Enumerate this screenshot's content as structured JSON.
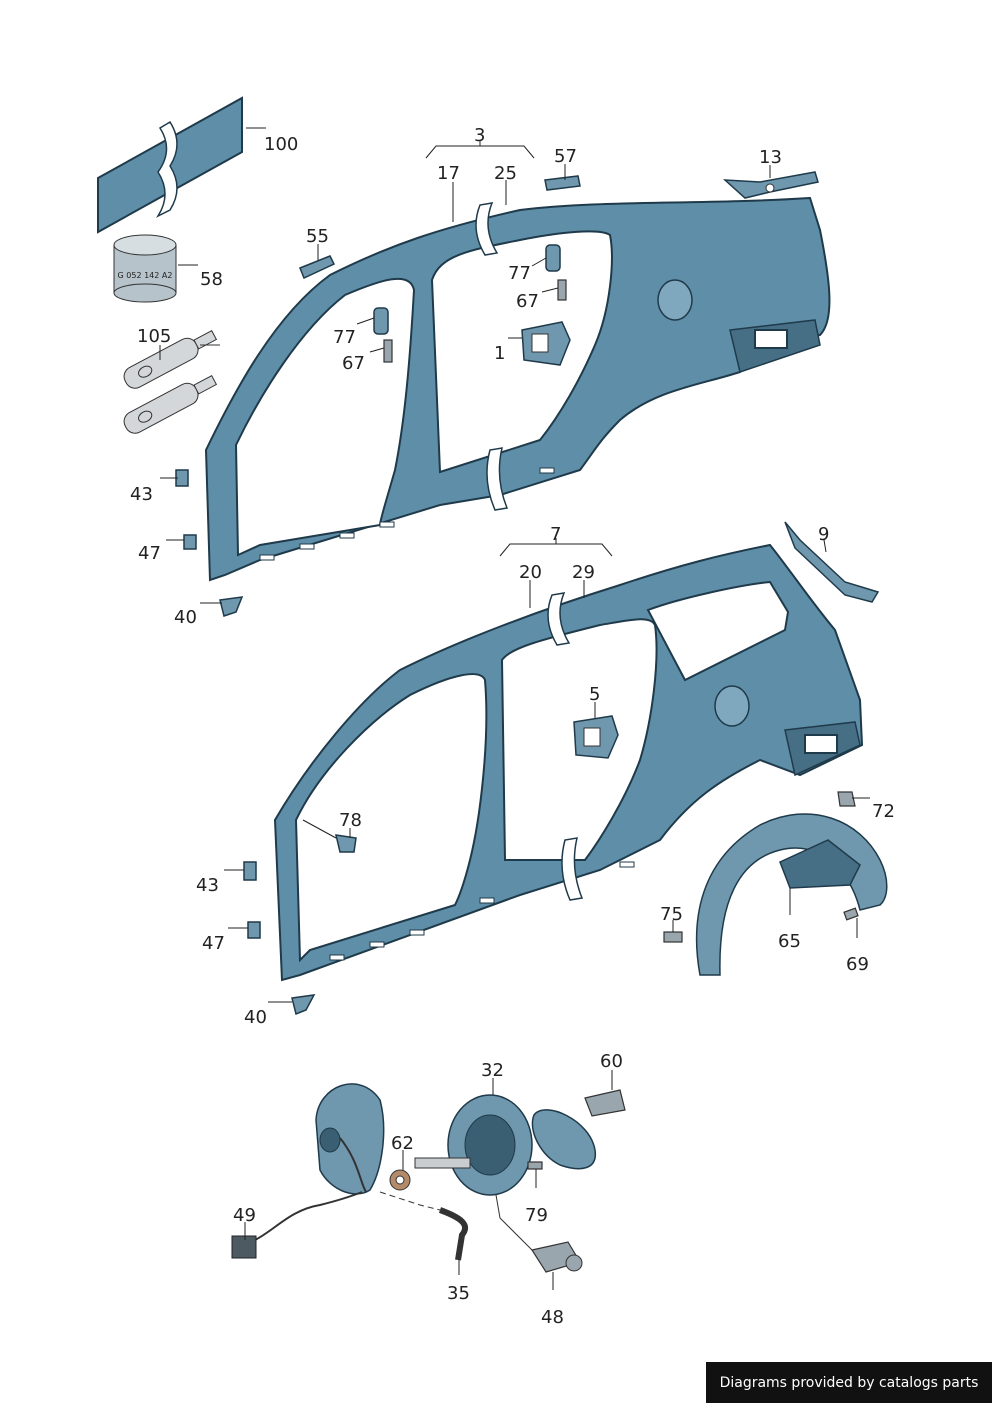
{
  "callouts": {
    "c100": "100",
    "c58": "58",
    "c105": "105",
    "c43a": "43",
    "c47a": "47",
    "c40a": "40",
    "c3": "3",
    "c17": "17",
    "c25": "25",
    "c57": "57",
    "c13": "13",
    "c55": "55",
    "c77a": "77",
    "c67a": "67",
    "c77b": "77",
    "c67b": "67",
    "c1": "1",
    "c7": "7",
    "c20": "20",
    "c29": "29",
    "c9": "9",
    "c5": "5",
    "c78": "78",
    "c43b": "43",
    "c47b": "47",
    "c40b": "40",
    "c72": "72",
    "c75": "75",
    "c65": "65",
    "c69": "69",
    "c32": "32",
    "c60": "60",
    "c62": "62",
    "c49": "49",
    "c79": "79",
    "c35": "35",
    "c48": "48"
  },
  "sealant_label": "G 052 142 A2",
  "footer_text": "Diagrams provided by catalogs parts",
  "colors": {
    "panel": "#5f8fa8",
    "outline": "#1f3a4a",
    "footer_bg": "#111111"
  }
}
